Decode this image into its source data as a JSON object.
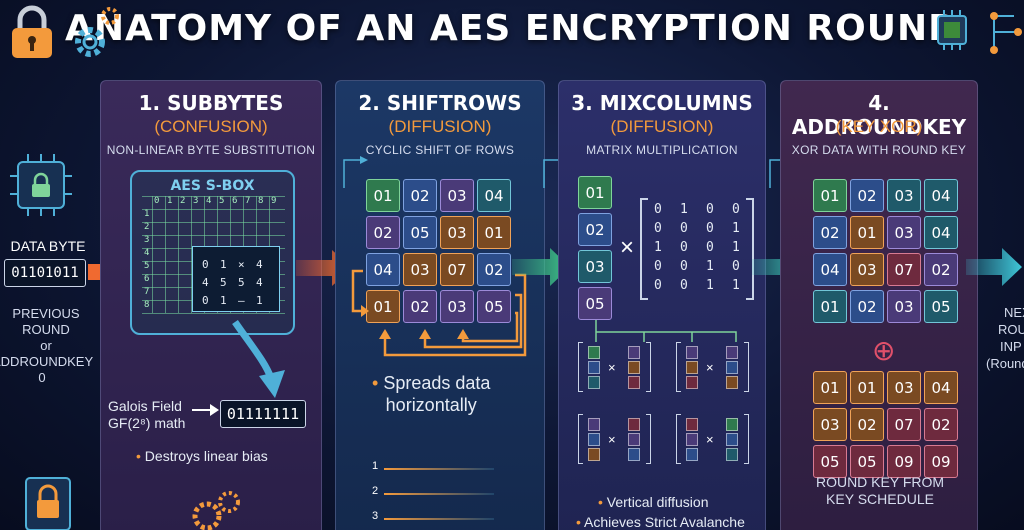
{
  "title": "ANATOMY OF AN AES ENCRYPTION ROUND",
  "left": {
    "data_byte_label": "DATA BYTE",
    "data_byte_value": "01101011",
    "previous_round_line1": "PREVIOUS",
    "previous_round_line2": "ROUND",
    "previous_round_line3": "or",
    "previous_round_line4": "ADDROUNDKEY 0"
  },
  "right": {
    "next_line1": "NEX",
    "next_line2": "ROU",
    "next_line3": "INP",
    "next_line4": "(Round"
  },
  "step1": {
    "title": "1. SUBBYTES",
    "subtitle": "(CONFUSION)",
    "desc": "NON-LINEAR BYTE SUBSTITUTION",
    "sbox_title": "AES S-BOX",
    "sbox_header": [
      "0",
      "1",
      "2",
      "3",
      "4",
      "5",
      "6",
      "7",
      "8",
      "9"
    ],
    "sbox_rows": [
      "1",
      "2",
      "3",
      "4",
      "5",
      "6",
      "7",
      "8"
    ],
    "inset_rows": [
      [
        "0",
        "1",
        "×",
        "4"
      ],
      [
        "4",
        "5",
        "5",
        "4"
      ],
      [
        "0",
        "1",
        "–",
        "1"
      ]
    ],
    "galois_line1": "Galois Field",
    "galois_line2": "GF(2⁸) math",
    "output_byte": "01111111",
    "bullet": "Destroys linear bias"
  },
  "step2": {
    "title": "2. SHIFTROWS",
    "subtitle": "(DIFFUSION)",
    "desc": "CYCLIC SHIFT OF ROWS",
    "grid": [
      [
        "01",
        "02",
        "03",
        "04"
      ],
      [
        "02",
        "05",
        "03",
        "01"
      ],
      [
        "04",
        "03",
        "07",
        "02"
      ],
      [
        "01",
        "02",
        "03",
        "05"
      ]
    ],
    "bullet_line1": "Spreads data",
    "bullet_line2": "horizontally",
    "row_labels": [
      "1",
      "2",
      "3"
    ]
  },
  "step3": {
    "title": "3. MIXCOLUMNS",
    "subtitle": "(DIFFUSION)",
    "desc": "MATRIX MULTIPLICATION",
    "column": [
      "01",
      "02",
      "03",
      "05"
    ],
    "times": "×",
    "matrix": [
      [
        "0",
        "1",
        "0",
        "0"
      ],
      [
        "0",
        "0",
        "0",
        "1"
      ],
      [
        "1",
        "0",
        "0",
        "1"
      ],
      [
        "0",
        "0",
        "1",
        "0"
      ],
      [
        "0",
        "0",
        "1",
        "1"
      ]
    ],
    "bullet1": "Vertical diffusion",
    "bullet2": "Achieves Strict Avalanche"
  },
  "step4": {
    "title": "4. ADDROUNDKEY",
    "subtitle": "(KEY XOR)",
    "desc": "XOR DATA WITH ROUND KEY",
    "state": [
      [
        "01",
        "02",
        "03",
        "04"
      ],
      [
        "02",
        "01",
        "03",
        "04"
      ],
      [
        "04",
        "03",
        "07",
        "02"
      ],
      [
        "01",
        "02",
        "03",
        "05"
      ]
    ],
    "xor_symbol": "⊕",
    "key": [
      [
        "01",
        "01",
        "03",
        "04"
      ],
      [
        "03",
        "02",
        "07",
        "02"
      ],
      [
        "05",
        "05",
        "09",
        "09"
      ]
    ],
    "key_label_line1": "ROUND KEY FROM",
    "key_label_line2": "KEY SCHEDULE"
  },
  "colors": {
    "accent_orange": "#f39a3c",
    "arrow_teal": "#3fc7b8",
    "sbox_blue": "#4fb0d8"
  }
}
